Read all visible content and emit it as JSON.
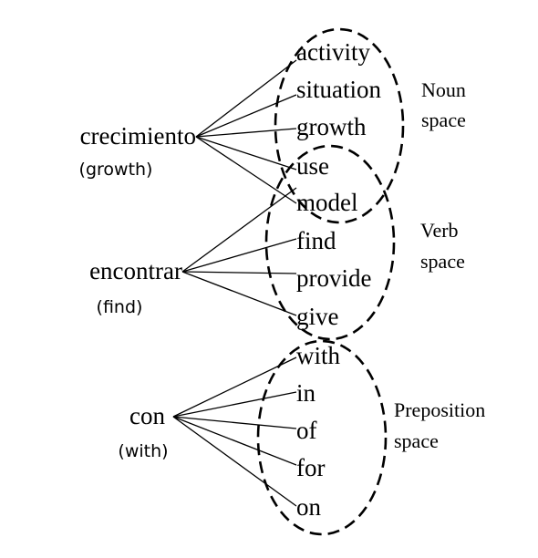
{
  "sources": [
    {
      "word": "crecimiento",
      "gloss": "(growth)"
    },
    {
      "word": "encontrar",
      "gloss": "(find)"
    },
    {
      "word": "con",
      "gloss": "(with)"
    }
  ],
  "targets": [
    "activity",
    "situation",
    "growth",
    "use",
    "model",
    "find",
    "provide",
    "give",
    "with",
    "in",
    "of",
    "for",
    "on"
  ],
  "spaces": [
    {
      "line1": "Noun",
      "line2": "space"
    },
    {
      "line1": "Verb",
      "line2": "space"
    },
    {
      "line1": "Preposition",
      "line2": "space"
    }
  ],
  "links": [
    {
      "from": 0,
      "to": [
        0,
        1,
        2,
        3,
        4
      ]
    },
    {
      "from": 1,
      "to": [
        4,
        5,
        6,
        7
      ]
    },
    {
      "from": 2,
      "to": [
        8,
        9,
        10,
        11,
        12
      ]
    }
  ]
}
